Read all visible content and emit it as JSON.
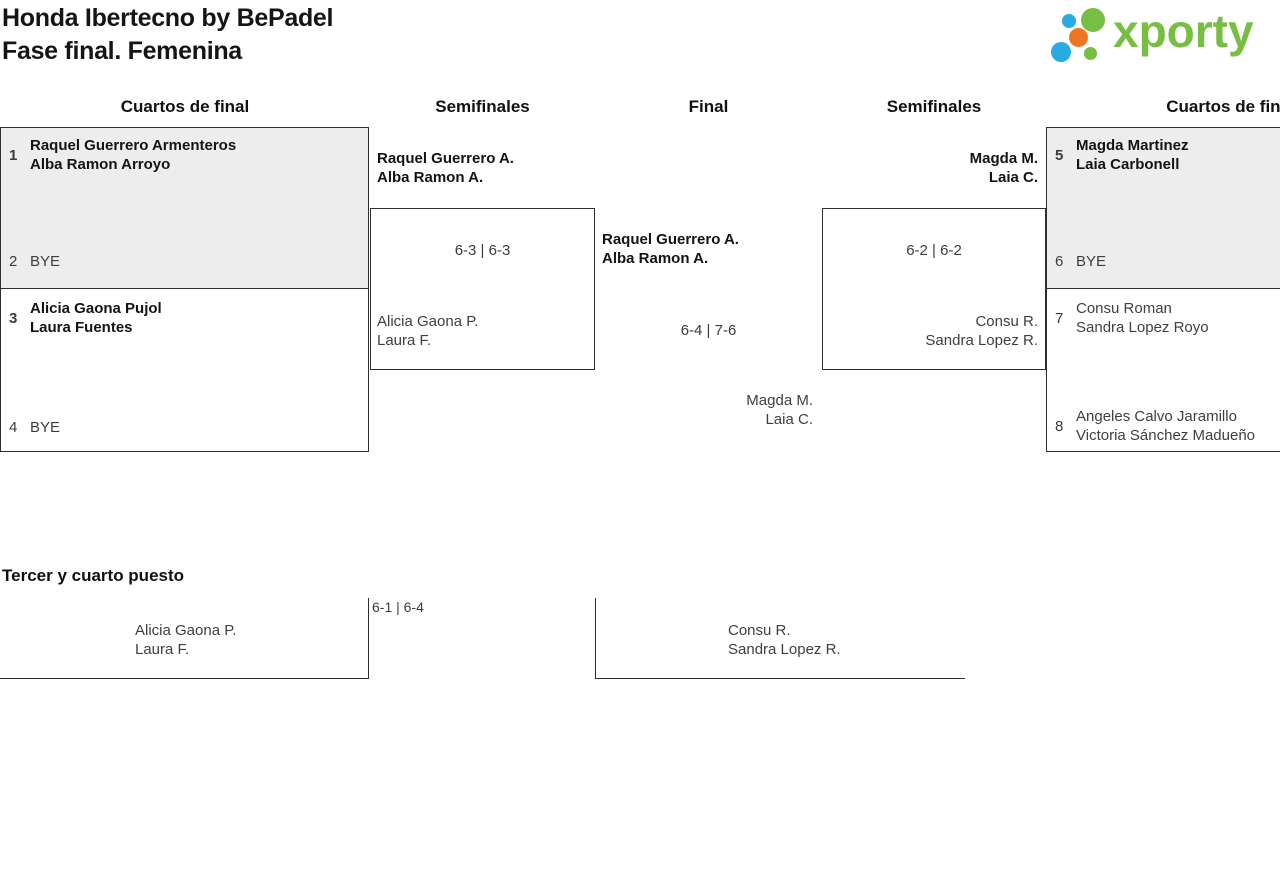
{
  "header": {
    "title": "Honda Ibertecno by BePadel",
    "subtitle": "Fase final. Femenina"
  },
  "logo": {
    "brand": "xporty",
    "colors": {
      "green": "#77BE43",
      "blue": "#29ABE2",
      "orange": "#EE7623"
    }
  },
  "round_headers": {
    "qf_left": "Cuartos de final",
    "sf_left": "Semifinales",
    "final": "Final",
    "sf_right": "Semifinales",
    "qf_right": "Cuartos de final"
  },
  "quarterfinals_left": {
    "match1": {
      "seed_top": "1",
      "top_line1": "Raquel Guerrero Armenteros",
      "top_line2": "Alba Ramon Arroyo",
      "seed_bottom": "2",
      "bottom_line1": "BYE"
    },
    "match2": {
      "seed_top": "3",
      "top_line1": "Alicia Gaona Pujol",
      "top_line2": "Laura Fuentes",
      "seed_bottom": "4",
      "bottom_line1": "BYE"
    }
  },
  "quarterfinals_right": {
    "match1": {
      "seed_top": "5",
      "top_line1": "Magda Martinez",
      "top_line2": "Laia Carbonell",
      "seed_bottom": "6",
      "bottom_line1": "BYE"
    },
    "match2": {
      "seed_top": "7",
      "top_line1": "Consu Roman",
      "top_line2": "Sandra Lopez Royo",
      "seed_bottom": "8",
      "bottom_line1": "Angeles Calvo Jaramillo",
      "bottom_line2": "Victoria Sánchez Madueño"
    }
  },
  "semifinal_left": {
    "winner_line1": "Raquel Guerrero A.",
    "winner_line2": "Alba Ramon A.",
    "score": "6-3 | 6-3",
    "loser_line1": "Alicia Gaona P.",
    "loser_line2": "Laura F."
  },
  "semifinal_right": {
    "winner_line1": "Magda M.",
    "winner_line2": "Laia C.",
    "score": "6-2 | 6-2",
    "loser_line1": "Consu R.",
    "loser_line2": "Sandra Lopez R."
  },
  "final": {
    "winner_line1": "Raquel Guerrero A.",
    "winner_line2": "Alba Ramon A.",
    "score": "6-4 | 7-6",
    "loser_line1": "Magda M.",
    "loser_line2": "Laia C."
  },
  "third_place": {
    "heading": "Tercer y cuarto puesto",
    "score": "6-1 | 6-4",
    "left_line1": "Alicia Gaona P.",
    "left_line2": "Laura F.",
    "right_line1": "Consu R.",
    "right_line2": "Sandra Lopez R."
  }
}
